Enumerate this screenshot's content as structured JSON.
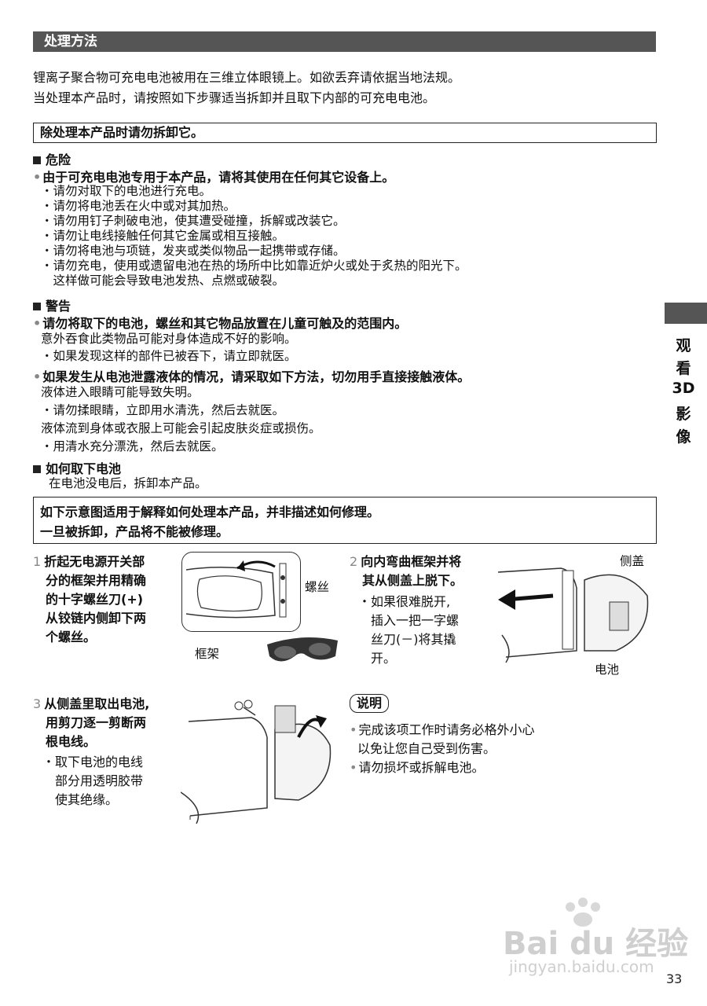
{
  "section_title": "处理方法",
  "intro": [
    "锂离子聚合物可充电电池被用在三维立体眼镜上。如欲丢弃请依据当地法规。",
    "当处理本产品时，请按照如下步骤适当拆卸并且取下内部的可充电电池。"
  ],
  "notice_box": "除处理本产品时请勿拆卸它。",
  "danger": {
    "heading": "危险",
    "bullet": "由于可充电电池专用于本产品，请将其使用在任何其它设备上。",
    "items": [
      "・请勿对取下的电池进行充电。",
      "・请勿将电池丢在火中或对其加热。",
      "・请勿用钉子刺破电池，使其遭受碰撞，拆解或改装它。",
      "・请勿让电线接触任何其它金属或相互接触。",
      "・请勿将电池与项链，发夹或类似物品一起携带或存储。",
      "・请勿充电，使用或遗留电池在热的场所中比如靠近炉火或处于炙热的阳光下。",
      "　这样做可能会导致电池发热、点燃或破裂。"
    ]
  },
  "warning": {
    "heading": "警告",
    "bullet1": "请勿将取下的电池，螺丝和其它物品放置在儿童可触及的范围内。",
    "bullet1_lines": [
      "意外吞食此类物品可能对身体造成不好的影响。",
      "・如果发现这样的部件已被吞下，请立即就医。"
    ],
    "bullet2": "如果发生从电池泄露液体的情况，请采取如下方法，切勿用手直接接触液体。",
    "bullet2_lines": [
      "液体进入眼睛可能导致失明。",
      "・请勿揉眼睛，立即用水清洗，然后去就医。",
      "液体流到身体或衣服上可能会引起皮肤炎症或损伤。",
      "・用清水充分漂洗，然后去就医。"
    ]
  },
  "remove": {
    "heading": "如何取下电池",
    "text": "在电池没电后，拆卸本产品。"
  },
  "diagram_box": [
    "如下示意图适用于解释如何处理本产品，并非描述如何修理。",
    "一旦被拆卸，产品将不能被修理。"
  ],
  "side_tab": [
    "观",
    "看",
    "3D",
    "影",
    "像"
  ],
  "step1": {
    "num": "1",
    "lines": [
      "折起无电源开关部",
      "分的框架并用精确",
      "的十字螺丝刀(+)",
      "从铰链内侧卸下两",
      "个螺丝。"
    ],
    "label_screws": "螺丝",
    "label_frame": "框架"
  },
  "step2": {
    "num": "2",
    "lines": [
      "向内弯曲框架并将",
      "其从侧盖上脱下。"
    ],
    "sub": [
      "・如果很难脱开,",
      "　插入一把一字螺",
      "　丝刀(－)将其撬",
      "　开。"
    ],
    "label_cover": "侧盖",
    "label_battery": "电池"
  },
  "step3": {
    "num": "3",
    "lines": [
      "从侧盖里取出电池,",
      "用剪刀逐一剪断两",
      "根电线。"
    ],
    "sub": [
      "・取下电池的电线",
      "　部分用透明胶带",
      "　使其绝缘。"
    ]
  },
  "note": {
    "title": "说明",
    "items": [
      "完成该项工作时请务必格外小心",
      "以免让您自己受到伤害。",
      "请勿损坏或拆解电池。"
    ]
  },
  "watermark": {
    "brand": "Bai du 经验",
    "url": "jingyan.baidu.com"
  },
  "page_number": "33"
}
